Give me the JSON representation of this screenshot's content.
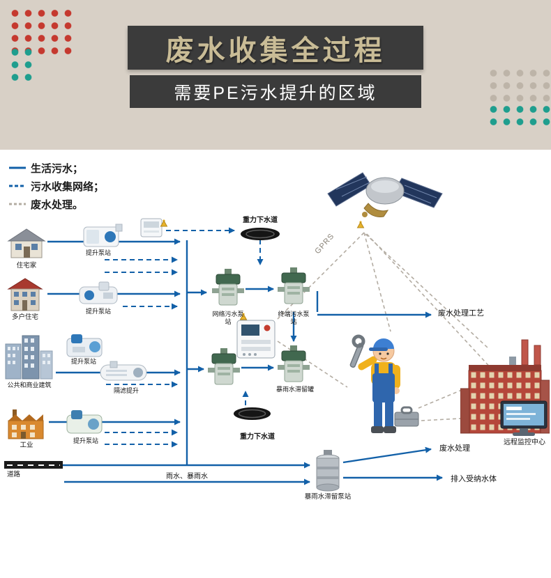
{
  "header": {
    "title": "废水收集全过程",
    "subtitle": "需要PE污水提升的区域"
  },
  "legend": {
    "items": [
      "生活污水；",
      "污水收集网络；",
      "废水处理。"
    ]
  },
  "colors": {
    "header_bg": "#d8d0c6",
    "banner_bg": "#3b3b3b",
    "title_color": "#c9bc96",
    "subtitle_color": "#ffffff",
    "arrow_blue": "#1260a8",
    "gray_dash": "#b3aca2",
    "red_dot": "#c5392f",
    "teal_dot": "#1f9e8e",
    "gray_dot": "#bdb4a8"
  },
  "nodes": {
    "residential": {
      "label": "住宅家"
    },
    "pump1": {
      "label": "提升泵站"
    },
    "multifamily": {
      "label": "多户住宅"
    },
    "pump2": {
      "label": "提升泵站"
    },
    "commercial": {
      "label": "公共和商业建筑"
    },
    "pump3": {
      "label": "提升泵站"
    },
    "filter": {
      "label": "隔滤提升"
    },
    "industry": {
      "label": "工业"
    },
    "pump4": {
      "label": "提升泵站"
    },
    "road": {
      "label": "道路"
    },
    "gravity_top": {
      "label": "重力下水道"
    },
    "gravity_bottom": {
      "label": "重力下水道"
    },
    "network_pump": {
      "label": "网络污水泵站"
    },
    "terminal_pump": {
      "label": "终端污水泵站"
    },
    "storm_tank": {
      "label": "暴雨水滞留罐"
    },
    "storm_pump": {
      "label": "暴雨水滞留泵站"
    },
    "rainwater": {
      "label": "雨水、暴雨水"
    },
    "gprs": {
      "label": "GPRS"
    },
    "treatment_process": {
      "label": "废水处理工艺"
    },
    "treatment": {
      "label": "废水处理"
    },
    "discharge": {
      "label": "排入受纳水体"
    },
    "monitoring_center": {
      "label": "远程监控中心"
    }
  }
}
